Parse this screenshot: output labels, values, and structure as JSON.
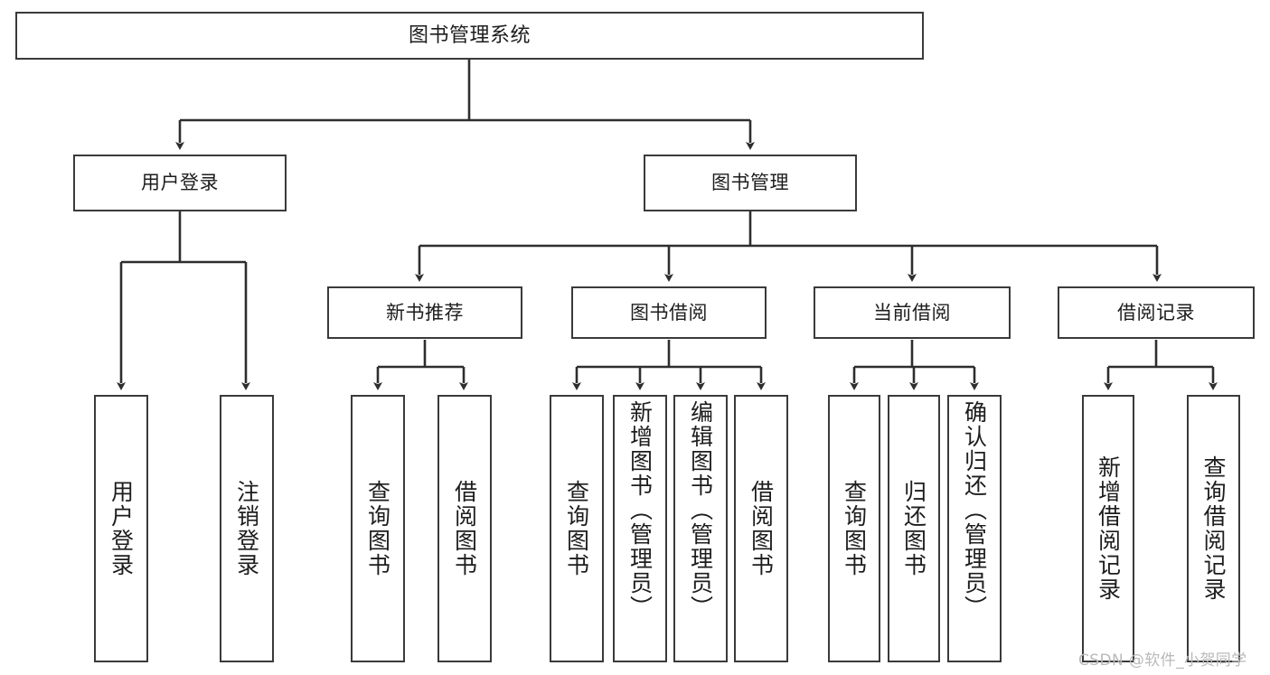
{
  "diagram": {
    "title": "图书管理系统",
    "type": "tree-hierarchy-diagram",
    "colors": {
      "box_border": "#3a3a3a",
      "box_fill": "#ffffff",
      "connector": "#2e2e2e",
      "text": "#1d1d1d",
      "watermark": "#b9b9b9",
      "background": "#ffffff"
    },
    "root": {
      "label": "图书管理系统"
    },
    "level2": [
      {
        "label": "用户登录"
      },
      {
        "label": "图书管理"
      }
    ],
    "level3": [
      {
        "label": "新书推荐"
      },
      {
        "label": "图书借阅"
      },
      {
        "label": "当前借阅"
      },
      {
        "label": "借阅记录"
      }
    ],
    "leaves": {
      "user_login": [
        {
          "label": "用户登录"
        },
        {
          "label": "注销登录"
        }
      ],
      "new_book_recommend": [
        {
          "label": "查询图书"
        },
        {
          "label": "借阅图书"
        }
      ],
      "book_borrow": [
        {
          "label": "查询图书"
        },
        {
          "label": "新增图书（管理员）"
        },
        {
          "label": "编辑图书（管理员）"
        },
        {
          "label": "借阅图书"
        }
      ],
      "current_borrow": [
        {
          "label": "查询图书"
        },
        {
          "label": "归还图书"
        },
        {
          "label": "确认归还（管理员）"
        }
      ],
      "borrow_record": [
        {
          "label": "新增借阅记录"
        },
        {
          "label": "查询借阅记录"
        }
      ]
    }
  },
  "watermark": {
    "text": "CSDN @软件_小贺同学"
  }
}
